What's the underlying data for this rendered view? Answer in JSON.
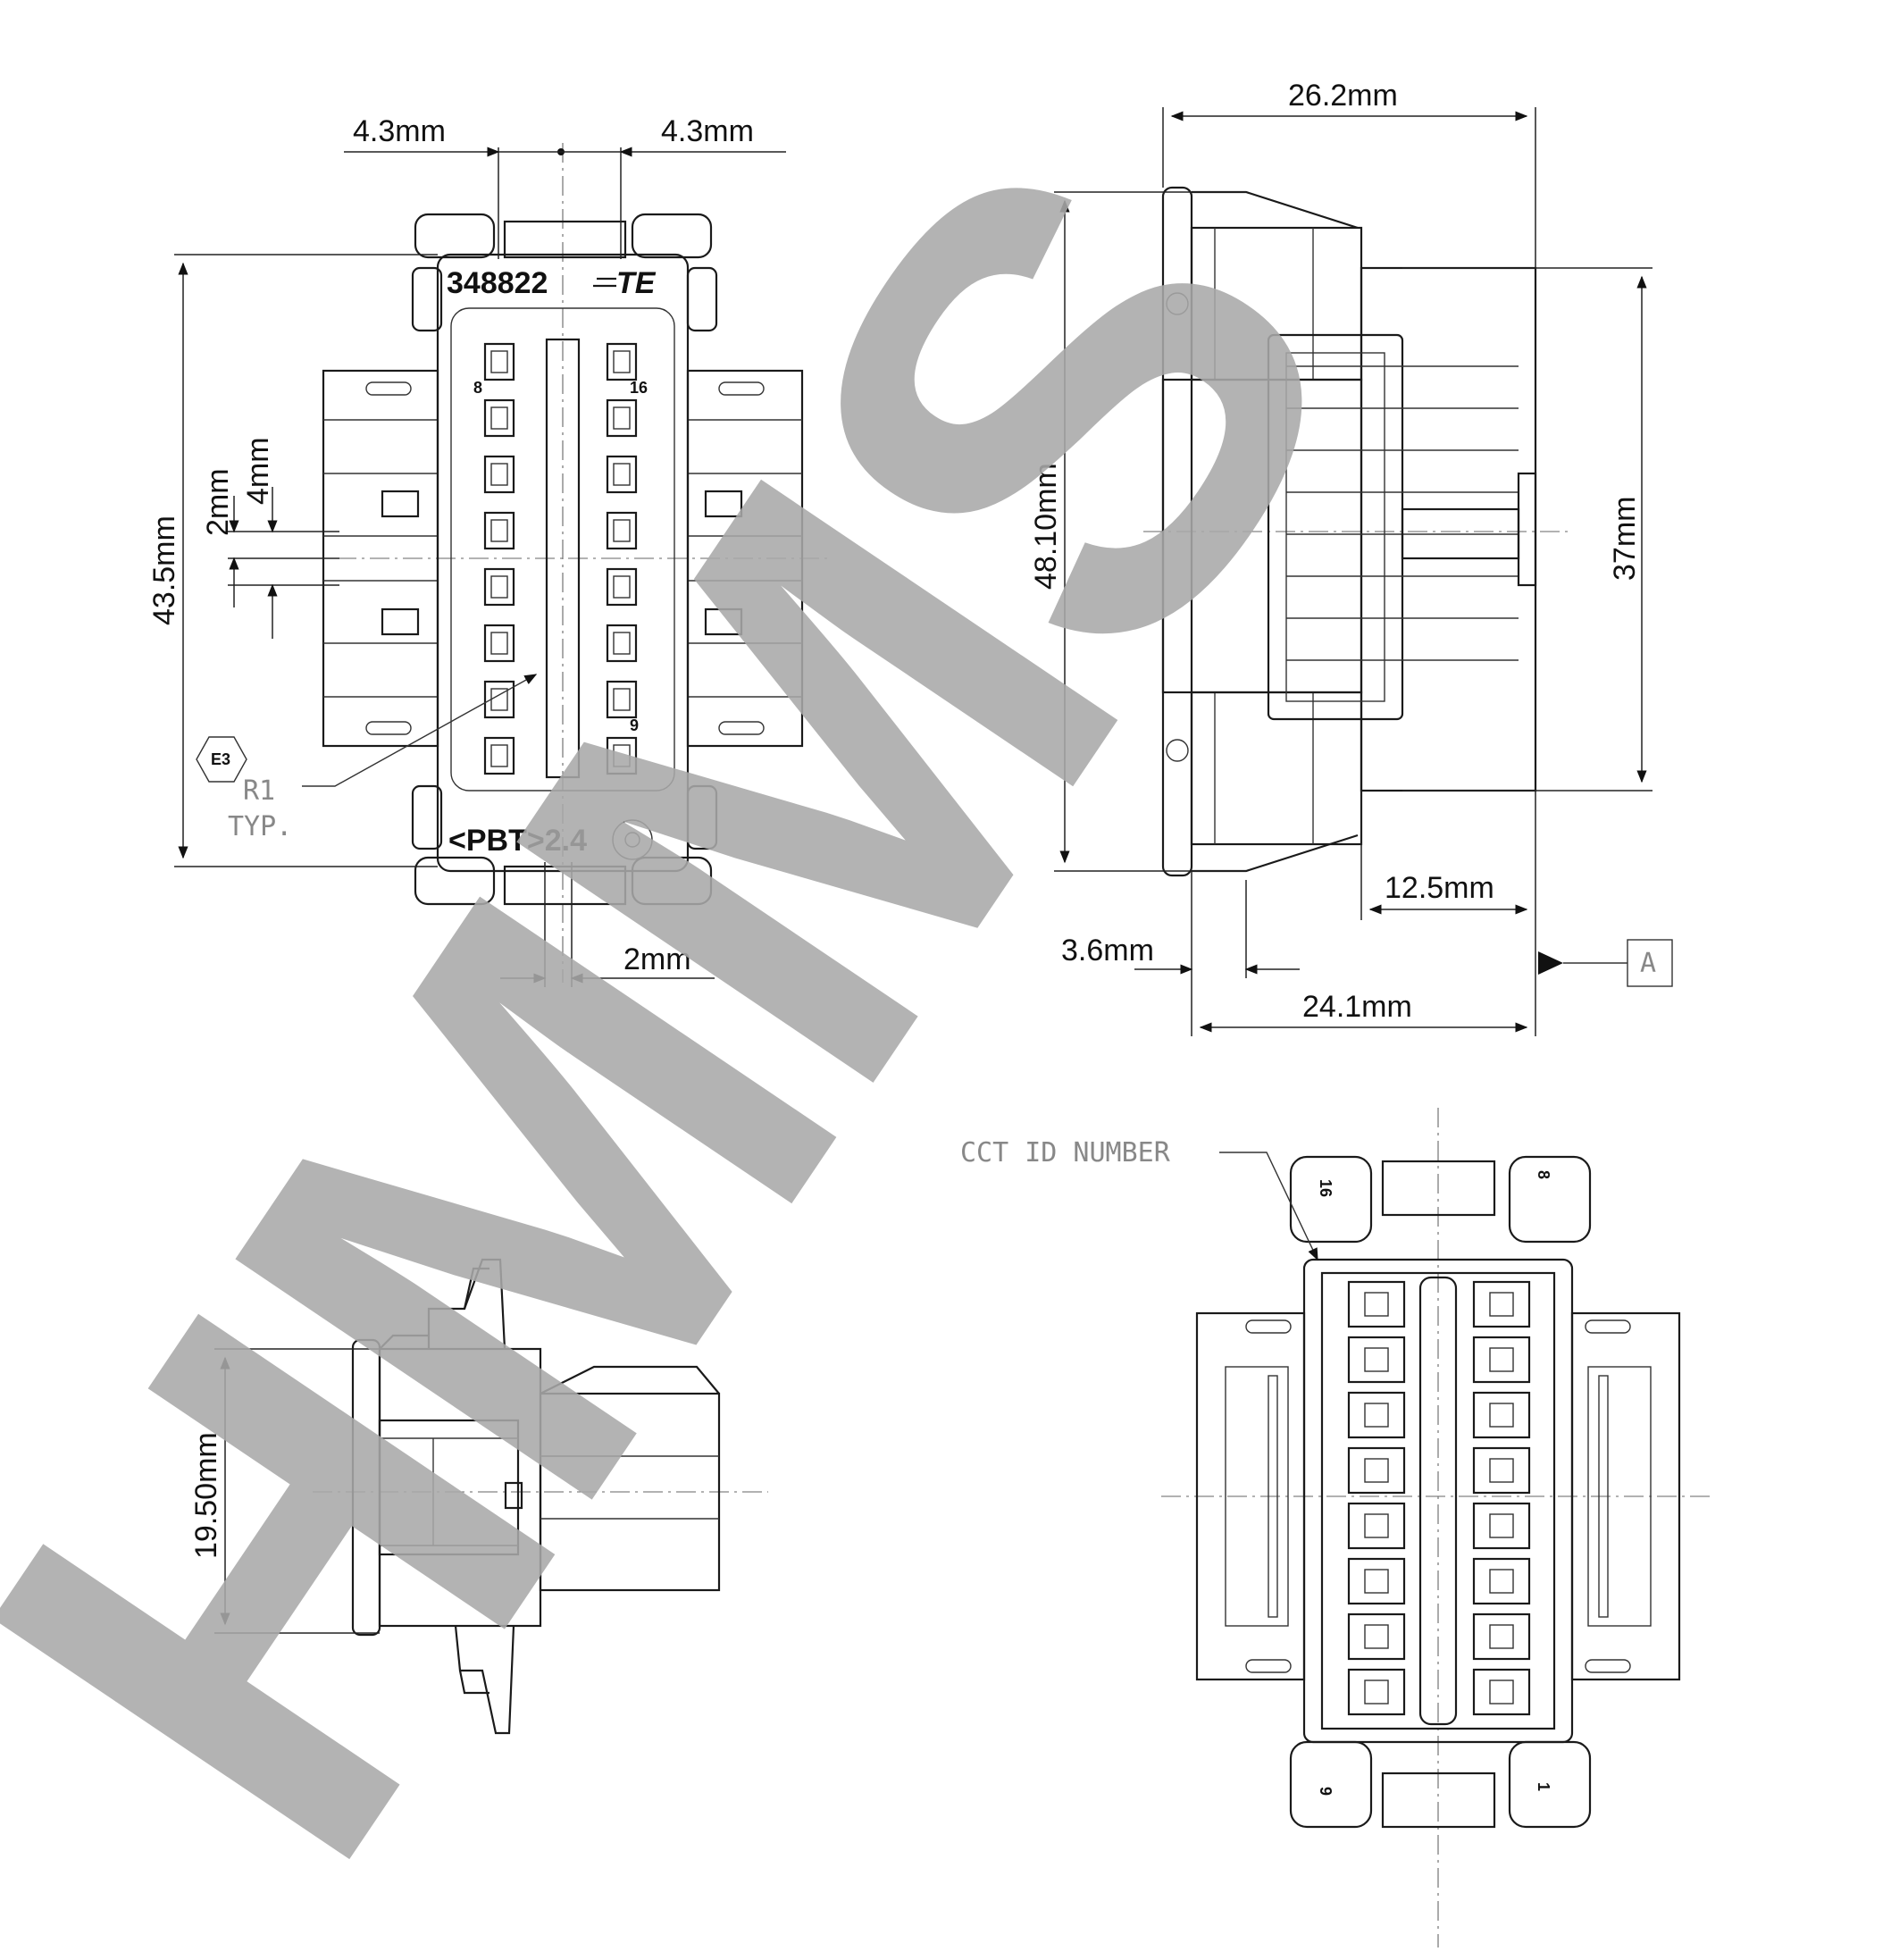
{
  "front_view": {
    "dim_top_left": "4.3mm",
    "dim_top_right": "4.3mm",
    "dim_height": "43.5mm",
    "dim_pitch_2": "2mm",
    "dim_pitch_4": "4mm",
    "dim_bottom": "2mm",
    "part_number": "348822",
    "brand_mark": "TE",
    "material_mark": "<PBT>2.4",
    "pin_label_8": "8",
    "pin_label_16": "16",
    "pin_label_9": "9",
    "hex_mark": "E3",
    "radius_note": "R1",
    "radius_note_2": "TYP."
  },
  "side_view": {
    "dim_width": "26.2mm",
    "dim_height": "48.10mm",
    "dim_inner_height": "37mm",
    "dim_depth_1": "12.5mm",
    "dim_offset": "3.6mm",
    "dim_depth_2": "24.1mm",
    "datum": "A"
  },
  "bottom_side_view": {
    "dim_height": "19.50mm"
  },
  "rear_view": {
    "callout": "CCT ID NUMBER",
    "corner_16": "16",
    "corner_8": "8",
    "corner_9": "9",
    "corner_1": "1"
  },
  "watermark": "HMMS"
}
